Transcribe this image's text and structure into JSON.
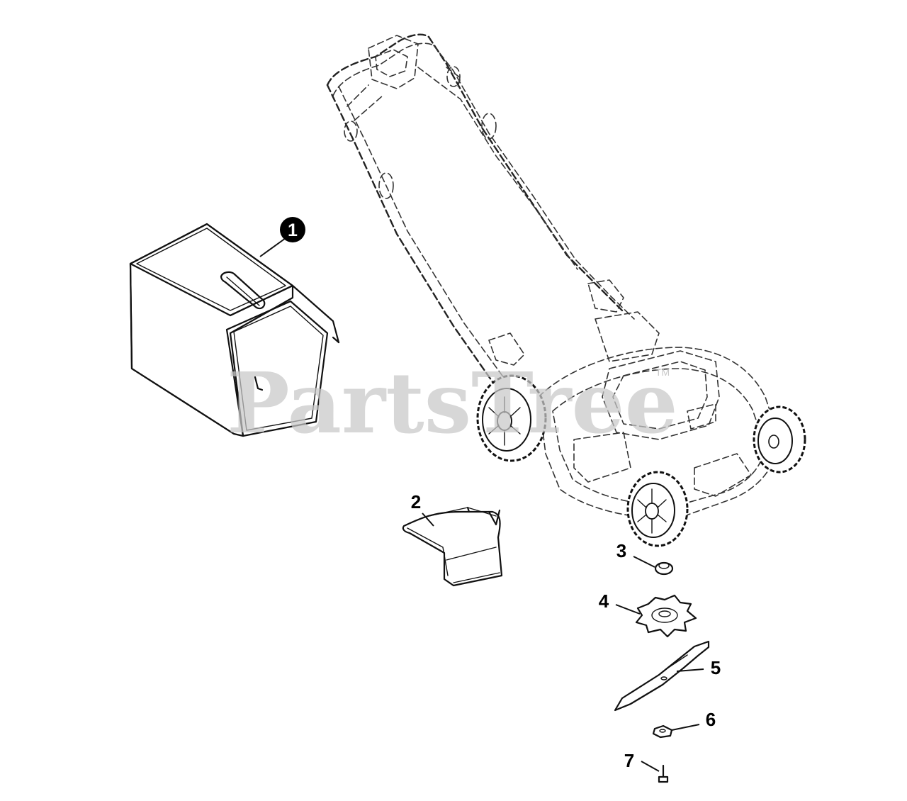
{
  "watermark": {
    "text": "PartsTree",
    "tm": "TM"
  },
  "callouts": [
    {
      "label": "1",
      "style": "badge"
    },
    {
      "label": "2",
      "style": "plain"
    },
    {
      "label": "3",
      "style": "plain"
    },
    {
      "label": "4",
      "style": "plain"
    },
    {
      "label": "5",
      "style": "plain"
    },
    {
      "label": "6",
      "style": "plain"
    },
    {
      "label": "7",
      "style": "plain"
    }
  ],
  "colors": {
    "line": "#111111",
    "watermark": "#c8c8c8",
    "background": "#ffffff"
  }
}
